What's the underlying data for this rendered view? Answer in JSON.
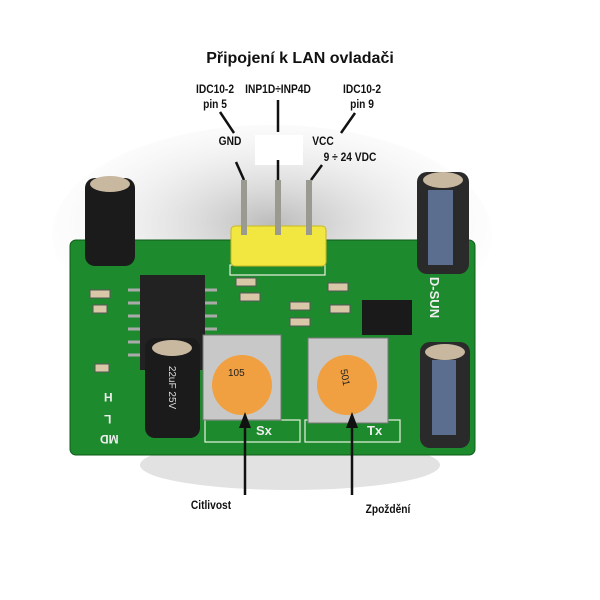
{
  "title": "Připojení k LAN ovladači",
  "connectors": {
    "left": {
      "line1": "IDC10-2",
      "line2": "pin 5"
    },
    "middle": "INP1D÷INP4D",
    "right": {
      "line1": "IDC10-2",
      "line2": "pin 9"
    }
  },
  "pins": {
    "gnd": "GND",
    "vcc": "VCC",
    "vcc_range": "9 ÷ 24 VDC"
  },
  "adjusters": {
    "sensitivity": "Citlivost",
    "delay": "Zpoždění"
  },
  "board_silkscreen": {
    "brand": "D-SUN",
    "sx": "Sx",
    "tx": "Tx",
    "h": "H",
    "l": "L",
    "md": "MD",
    "pot1": "105",
    "pot2": "501",
    "cap": "22uF 25V"
  },
  "colors": {
    "pcb": "#1e8a2e",
    "header": "#f2e640",
    "pot": "#f0a040"
  }
}
